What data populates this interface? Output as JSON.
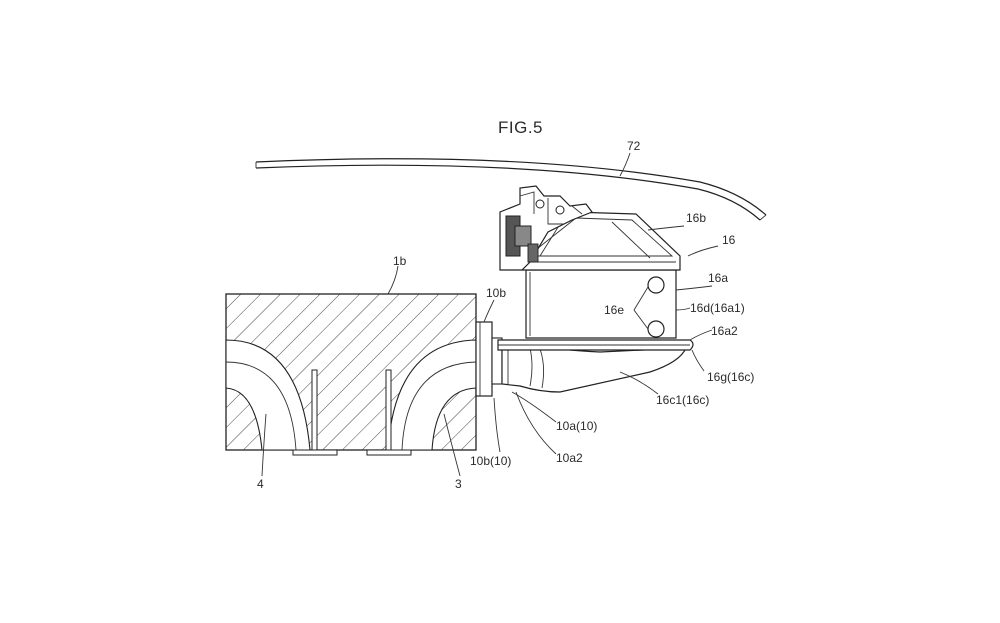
{
  "figure": {
    "title": "FIG.5",
    "labels": {
      "ref_72": "72",
      "ref_16b": "16b",
      "ref_16": "16",
      "ref_16a": "16a",
      "ref_1b": "1b",
      "ref_10b": "10b",
      "ref_16e": "16e",
      "ref_16d": "16d(16a1)",
      "ref_16a2": "16a2",
      "ref_16g": "16g(16c)",
      "ref_16c1": "16c1(16c)",
      "ref_10a": "10a(10)",
      "ref_10b10": "10b(10)",
      "ref_10a2": "10a2",
      "ref_4": "4",
      "ref_3": "3"
    }
  }
}
